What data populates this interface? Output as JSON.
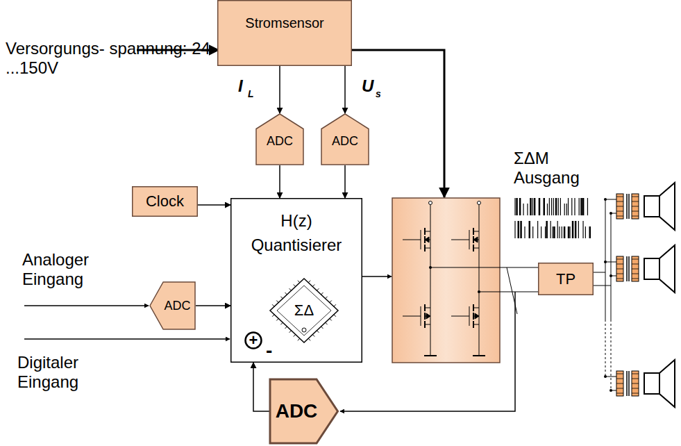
{
  "diagram": {
    "nodes": [
      {
        "text": [
          "Stromsensor"
        ]
      },
      {
        "text": [
          "ADC"
        ]
      },
      {
        "text": [
          "ADC"
        ]
      },
      {
        "text": [
          "Clock"
        ]
      },
      {
        "text": [
          "H(z) Quantisierer"
        ]
      },
      {
        "text": [
          "ΣΔ"
        ],
        "in": 4
      },
      {
        "text": [
          "+"
        ],
        "in": 4
      },
      {
        "text": [
          "ADC"
        ]
      },
      {
        "text": [
          "TP"
        ]
      },
      {
        "text": [
          "ADC"
        ]
      }
    ],
    "edges": [
      {
        "from": 0,
        "to": 1,
        "arrow": "to"
      },
      {
        "from": 0,
        "to": 2,
        "arrow": "to"
      },
      {
        "from": 1,
        "to": 4,
        "arrow": "to"
      },
      {
        "from": 2,
        "to": 4,
        "arrow": "to"
      },
      {
        "from": 3,
        "to": 4,
        "arrow": "to"
      },
      {
        "from": 7,
        "to": 4,
        "arrow": "to"
      },
      {
        "from": 9,
        "to": 4,
        "arrow": "to"
      }
    ],
    "labels": [
      "Versorgungs- spannung: 24 ...150V",
      "I",
      "L",
      "U",
      "s",
      "ΣΔM Ausgang",
      "Analoger Eingang",
      "Digitaler Eingang",
      "-"
    ]
  }
}
